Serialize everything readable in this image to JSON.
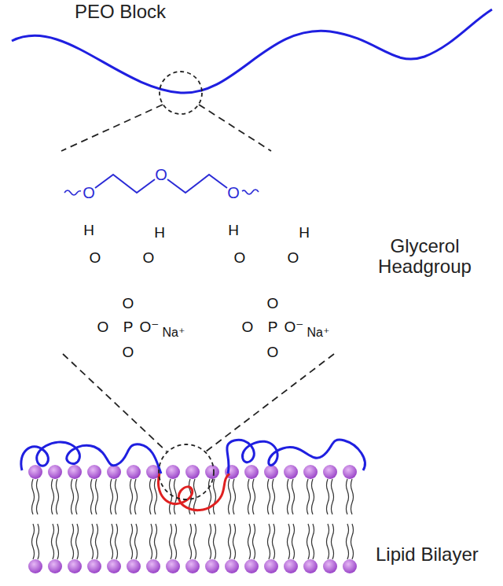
{
  "diagram": {
    "nodes": [
      {
        "text": [
          "H",
          "H",
          "O",
          "O",
          "O",
          "O",
          "P",
          "O⁻",
          "Na⁺",
          "O"
        ]
      },
      {
        "text": [
          "H",
          "H",
          "O",
          "O",
          "O",
          "O",
          "P",
          "O⁻",
          "Na⁺",
          "O"
        ]
      }
    ],
    "labels": [
      "PEO Block",
      "O",
      "O",
      "O",
      "Glycerol Headgroup",
      "Lipid Bilayer"
    ]
  }
}
